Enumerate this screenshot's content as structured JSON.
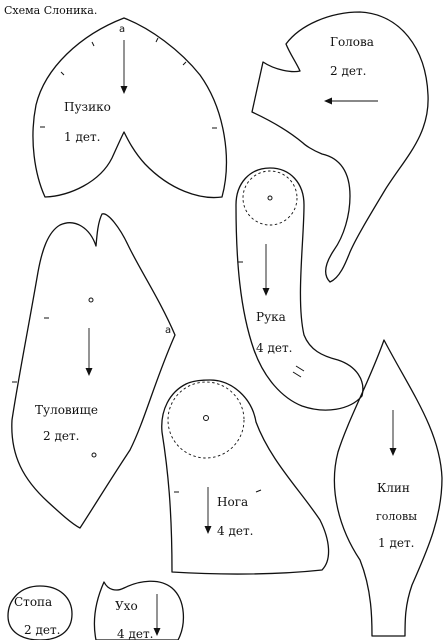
{
  "title": "Схема Слоника.",
  "mark_letter": "а",
  "pieces": {
    "belly": {
      "name": "Пузико",
      "count": "1 дет."
    },
    "head": {
      "name": "Голова",
      "count": "2 дет."
    },
    "arm": {
      "name": "Рука",
      "count": "4 дет."
    },
    "body": {
      "name": "Туловище",
      "count": "2 дет."
    },
    "leg": {
      "name": "Нога",
      "count": "4 дет."
    },
    "wedge": {
      "name_line1": "Клин",
      "name_line2": "головы",
      "count": "1 дет."
    },
    "foot": {
      "name": "Стопа",
      "count": "2 дет."
    },
    "ear": {
      "name": "Ухо",
      "count": "4 дет."
    }
  }
}
